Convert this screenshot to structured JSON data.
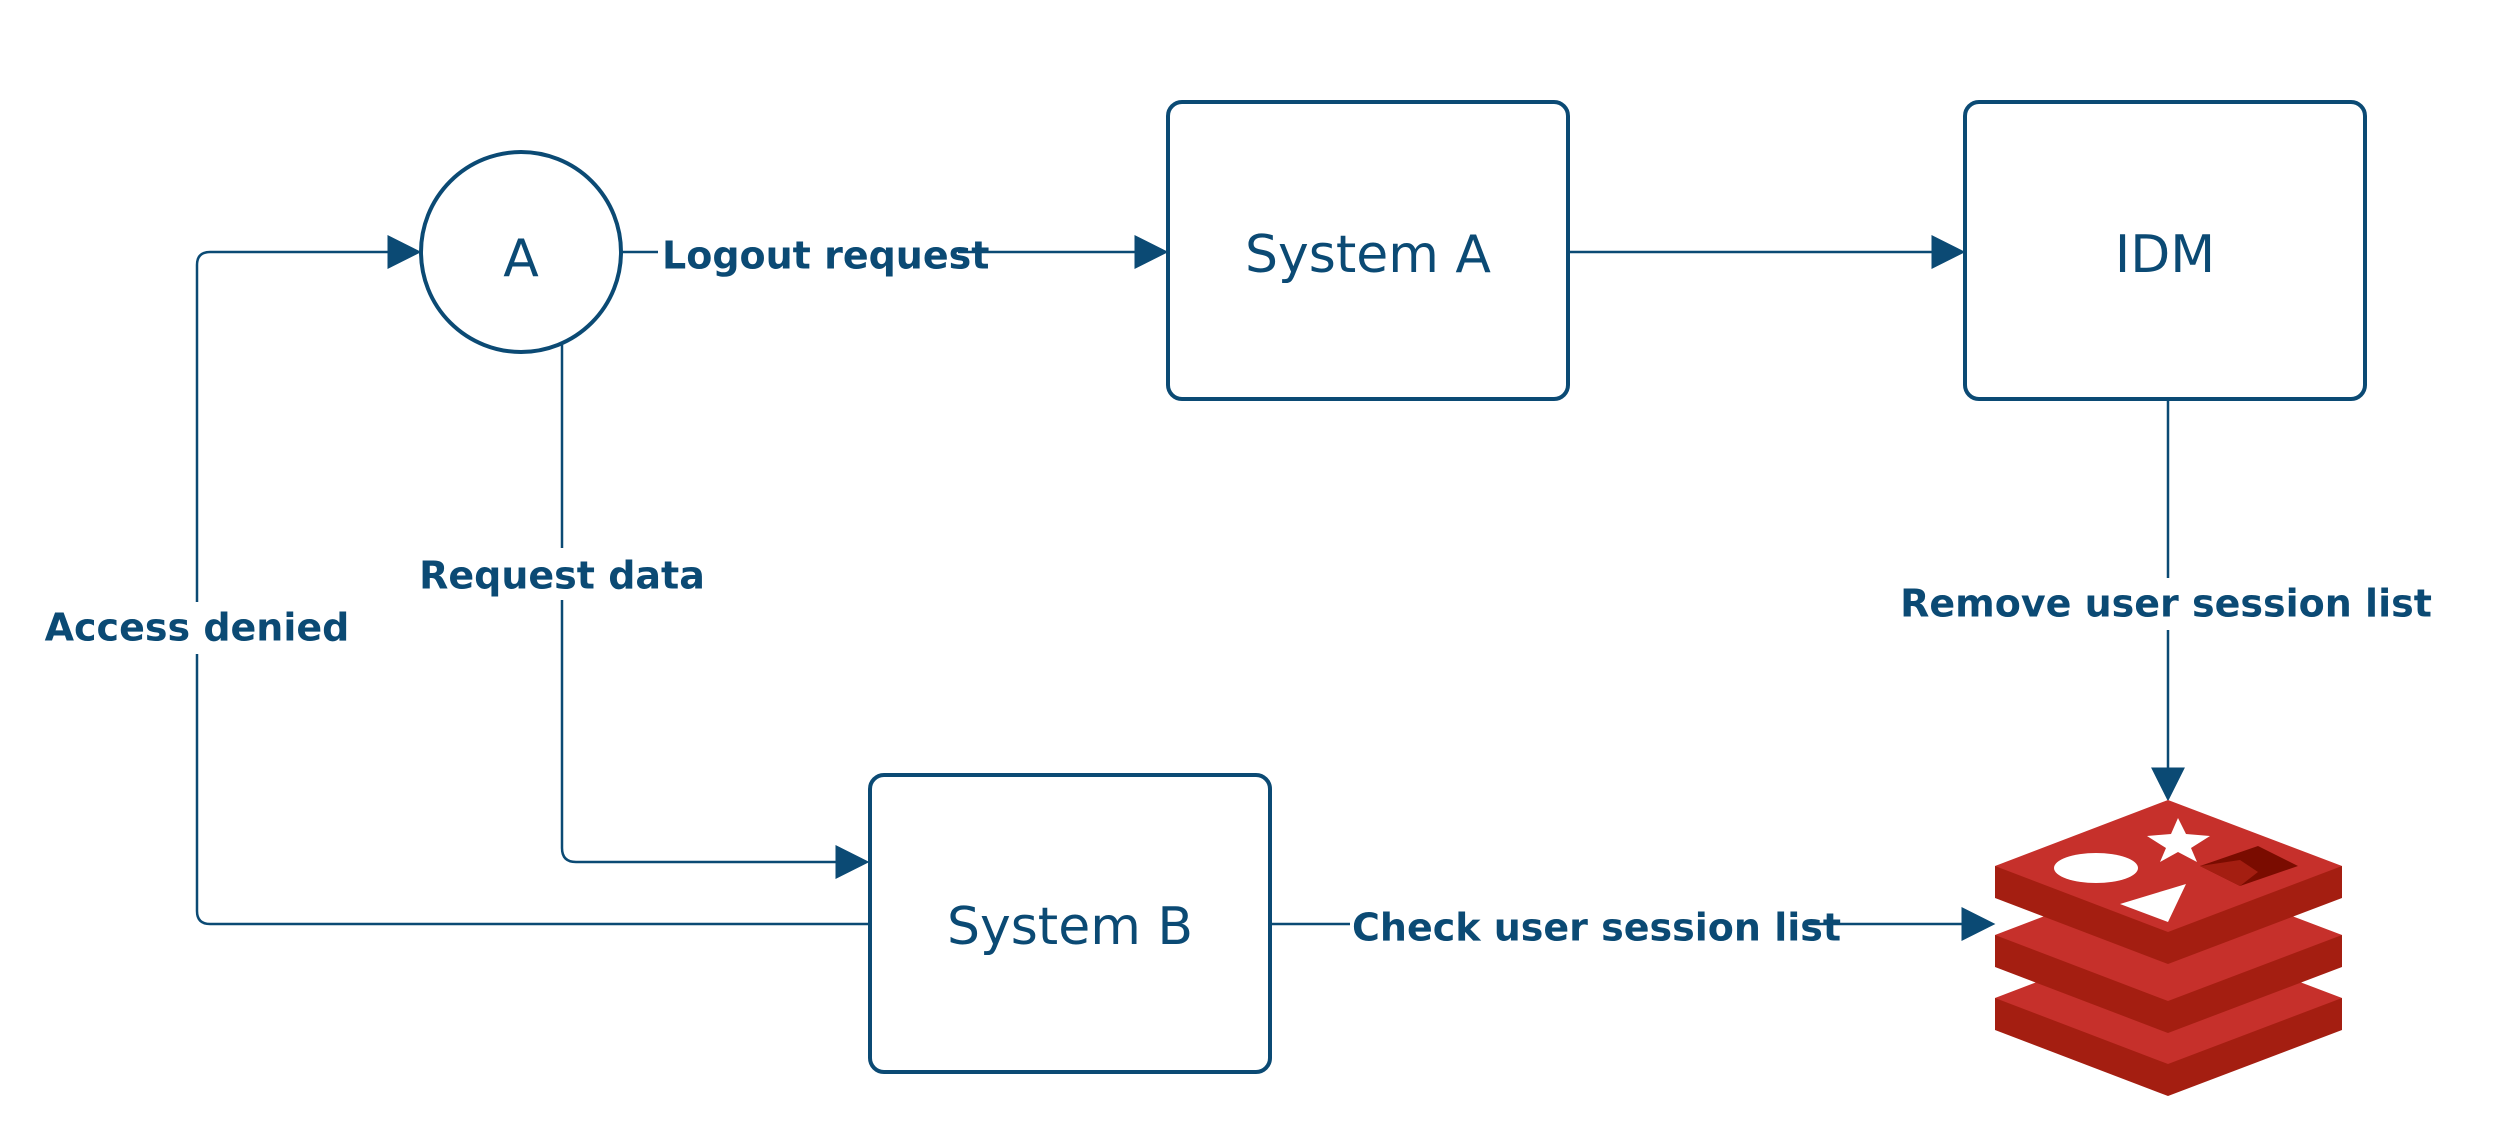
{
  "nodes": {
    "actor": "A",
    "system_a": "System A",
    "idm": "IDM",
    "system_b": "System B"
  },
  "edges": {
    "logout_request": "Logout request",
    "request_data": "Request data",
    "access_denied": "Access denied",
    "remove_session": "Remove user session list",
    "check_session": "Check user session list"
  },
  "icons": {
    "session_store": "redis-icon"
  },
  "colors": {
    "primary": "#0b4a74",
    "redis_red": "#c6302b",
    "redis_dark": "#a41e11",
    "redis_shadow": "#7a0c00"
  }
}
